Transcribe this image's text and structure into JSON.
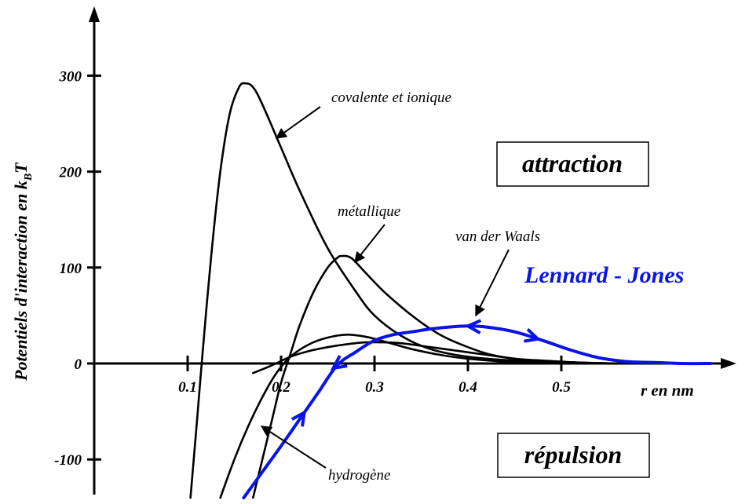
{
  "chart_data": {
    "type": "line",
    "ylabel": "Potentiels d'interaction en k",
    "ylabel_sub": "B",
    "ylabel_tail": "T",
    "xlabel": "r en nm",
    "x_ticks": [
      0.1,
      0.2,
      0.3,
      0.4,
      0.5
    ],
    "y_ticks": [
      -100,
      0,
      100,
      200,
      300
    ],
    "xlim": [
      0.0,
      0.68
    ],
    "ylim": [
      -140,
      370
    ],
    "colors": {
      "axis": "#000000",
      "black_curves": "#000000",
      "lennard_jones": "#0a14e6"
    },
    "series": [
      {
        "name": "covalente et ionique",
        "color": "#000000",
        "points": [
          [
            0.103,
            -140
          ],
          [
            0.11,
            -60
          ],
          [
            0.115,
            0
          ],
          [
            0.125,
            110
          ],
          [
            0.135,
            200
          ],
          [
            0.145,
            260
          ],
          [
            0.155,
            288
          ],
          [
            0.162,
            292
          ],
          [
            0.17,
            288
          ],
          [
            0.18,
            270
          ],
          [
            0.2,
            225
          ],
          [
            0.22,
            180
          ],
          [
            0.25,
            120
          ],
          [
            0.28,
            75
          ],
          [
            0.3,
            50
          ],
          [
            0.33,
            28
          ],
          [
            0.36,
            15
          ],
          [
            0.4,
            7
          ],
          [
            0.45,
            3
          ],
          [
            0.5,
            1
          ],
          [
            0.56,
            0
          ]
        ]
      },
      {
        "name": "métallique",
        "color": "#000000",
        "points": [
          [
            0.17,
            -140
          ],
          [
            0.18,
            -100
          ],
          [
            0.19,
            -60
          ],
          [
            0.2,
            -20
          ],
          [
            0.21,
            10
          ],
          [
            0.22,
            40
          ],
          [
            0.235,
            75
          ],
          [
            0.25,
            100
          ],
          [
            0.26,
            110
          ],
          [
            0.265,
            112
          ],
          [
            0.275,
            110
          ],
          [
            0.29,
            95
          ],
          [
            0.31,
            75
          ],
          [
            0.34,
            50
          ],
          [
            0.37,
            30
          ],
          [
            0.4,
            17
          ],
          [
            0.43,
            8
          ],
          [
            0.47,
            3
          ],
          [
            0.52,
            1
          ],
          [
            0.56,
            0
          ]
        ]
      },
      {
        "name": "van der Waals",
        "color": "#000000",
        "points": [
          [
            0.17,
            -10
          ],
          [
            0.19,
            -2
          ],
          [
            0.21,
            7
          ],
          [
            0.23,
            13
          ],
          [
            0.25,
            17
          ],
          [
            0.27,
            20
          ],
          [
            0.29,
            22
          ],
          [
            0.31,
            22
          ],
          [
            0.33,
            21
          ],
          [
            0.36,
            17
          ],
          [
            0.39,
            13
          ],
          [
            0.42,
            9
          ],
          [
            0.45,
            5
          ],
          [
            0.48,
            3
          ],
          [
            0.52,
            1
          ],
          [
            0.56,
            0
          ]
        ]
      },
      {
        "name": "hydrogène",
        "color": "#000000",
        "points": [
          [
            0.135,
            -140
          ],
          [
            0.15,
            -100
          ],
          [
            0.165,
            -65
          ],
          [
            0.18,
            -35
          ],
          [
            0.195,
            -10
          ],
          [
            0.21,
            7
          ],
          [
            0.23,
            20
          ],
          [
            0.25,
            27
          ],
          [
            0.27,
            30
          ],
          [
            0.29,
            28
          ],
          [
            0.31,
            23
          ],
          [
            0.34,
            15
          ],
          [
            0.37,
            9
          ],
          [
            0.4,
            5
          ],
          [
            0.44,
            2
          ],
          [
            0.48,
            1
          ],
          [
            0.52,
            0
          ]
        ]
      },
      {
        "name": "Lennard - Jones",
        "color": "#0a14e6",
        "points": [
          [
            0.16,
            -140
          ],
          [
            0.18,
            -113
          ],
          [
            0.2,
            -86
          ],
          [
            0.22,
            -58
          ],
          [
            0.24,
            -30
          ],
          [
            0.26,
            -2
          ],
          [
            0.28,
            12
          ],
          [
            0.3,
            24
          ],
          [
            0.32,
            30
          ],
          [
            0.34,
            33
          ],
          [
            0.36,
            36
          ],
          [
            0.38,
            38
          ],
          [
            0.4,
            39
          ],
          [
            0.42,
            38
          ],
          [
            0.45,
            33
          ],
          [
            0.48,
            24
          ],
          [
            0.51,
            14
          ],
          [
            0.54,
            6
          ],
          [
            0.57,
            2
          ],
          [
            0.6,
            1
          ],
          [
            0.63,
            0
          ],
          [
            0.66,
            0
          ]
        ]
      }
    ],
    "annotations": {
      "covalente": "covalente et ionique",
      "metallique": "métallique",
      "vdw": "van der Waals",
      "lj": "Lennard - Jones",
      "hydrogene": "hydrogène",
      "attraction": "attraction",
      "repulsion": "répulsion"
    }
  }
}
